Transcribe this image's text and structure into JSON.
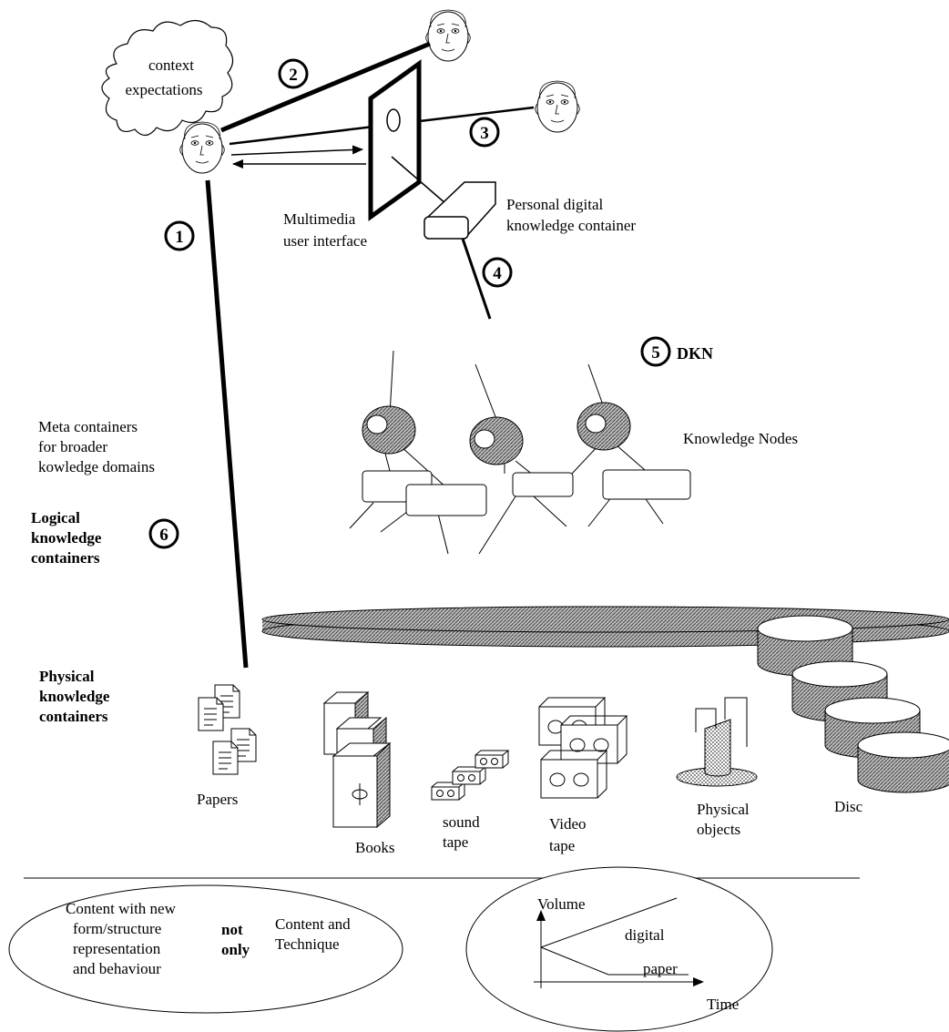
{
  "cloud": {
    "line1": "context",
    "line2": "expectations"
  },
  "badges": {
    "b1": "1",
    "b2": "2",
    "b3": "3",
    "b4": "4",
    "b5": "5",
    "b6": "6"
  },
  "labels": {
    "dkn": "DKN",
    "ui_line1": "Multimedia",
    "ui_line2": "user interface",
    "pdkc_line1": "Personal digital",
    "pdkc_line2": "knowledge container",
    "knowledge_nodes": "Knowledge Nodes",
    "meta_line1": "Meta containers",
    "meta_line2": "for broader",
    "meta_line3": "kowledge domains",
    "logical_line1": "Logical",
    "logical_line2": "knowledge",
    "logical_line3": "containers",
    "physical_line1": "Physical",
    "physical_line2": "knowledge",
    "physical_line3": "containers"
  },
  "items": {
    "papers": "Papers",
    "books": "Books",
    "sound_line1": "sound",
    "sound_line2": "tape",
    "video_line1": "Video",
    "video_line2": "tape",
    "physobj_line1": "Physical",
    "physobj_line2": "objects",
    "disc": "Disc"
  },
  "left_ellipse": {
    "line1": "Content with new",
    "line2": "form/structure",
    "line3": "representation",
    "line4": "and behaviour",
    "not": "not",
    "only": "only",
    "right1": "Content and",
    "right2": "Technique"
  },
  "graph": {
    "ylabel": "Volume",
    "xlabel": "Time",
    "digital": "digital",
    "paper": "paper"
  }
}
